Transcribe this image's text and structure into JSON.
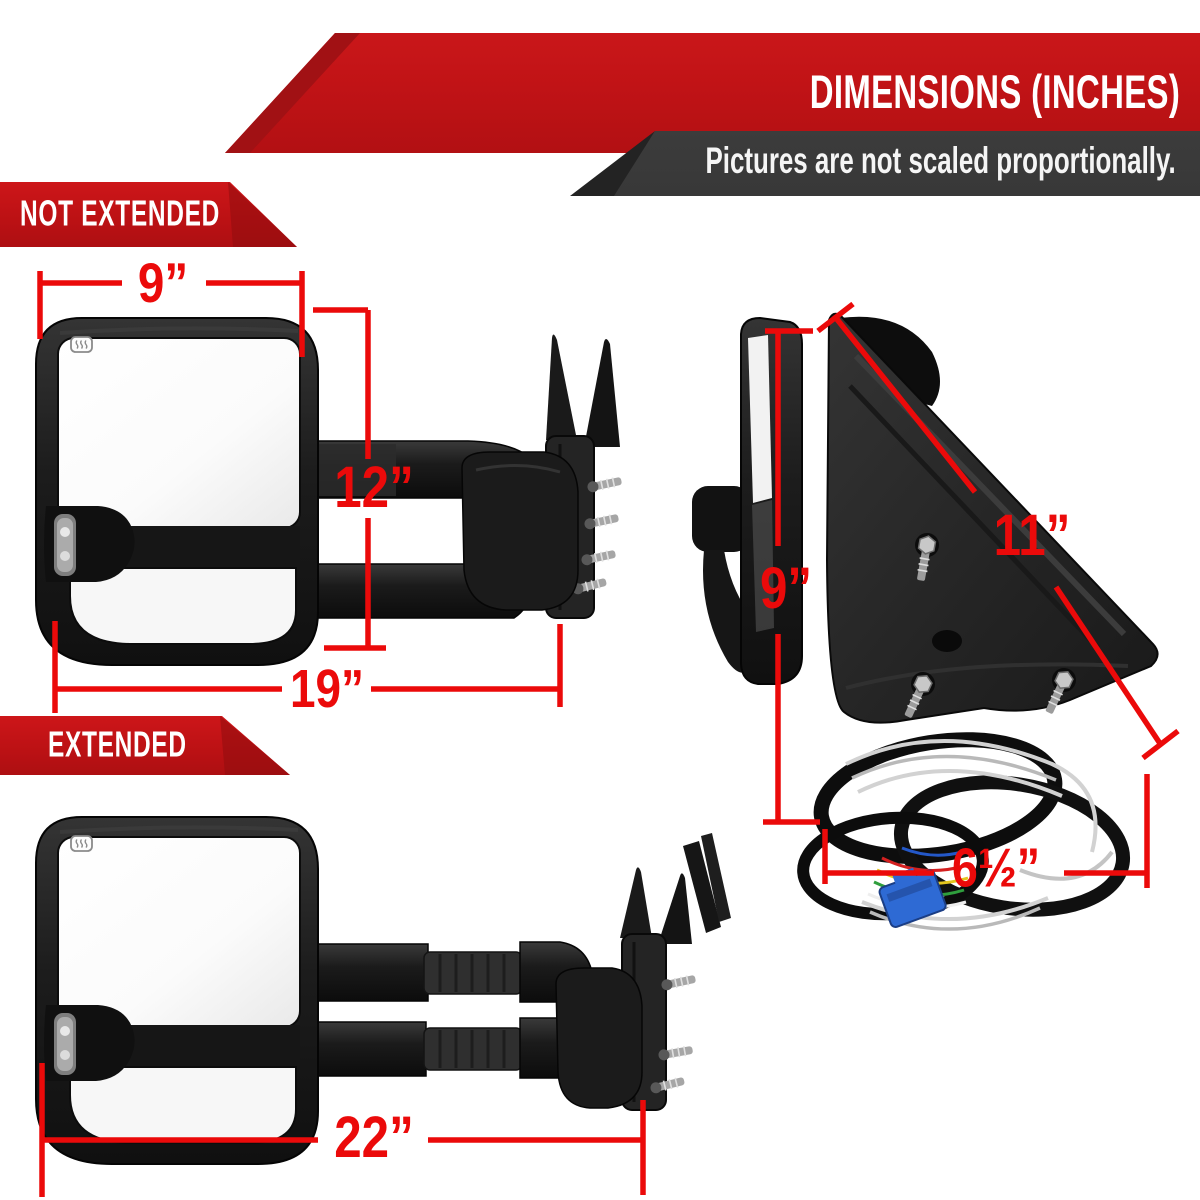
{
  "header": {
    "title": "DIMENSIONS (INCHES)",
    "subtitle": "Pictures are not scaled proportionally."
  },
  "ribbons": {
    "not_extended": "NOT EXTENDED",
    "extended": "EXTENDED"
  },
  "measurements": {
    "not_extended_front_view": {
      "top_width": "9”",
      "height": "12”",
      "overall_width": "19”"
    },
    "back_view": {
      "diagonal_length": "11”",
      "mirror_height": "9”",
      "base_width": "6½”"
    },
    "extended_front_view": {
      "overall_width": "22”"
    }
  },
  "colors": {
    "ribbon_red": "#c11316",
    "subtitle_bar_gray": "#3b3b3b",
    "dimension_red": "#eb0a0a",
    "text_white": "#ffffff"
  },
  "icons": {
    "heated_mirror_icon": "mirror-defroster symbol"
  }
}
